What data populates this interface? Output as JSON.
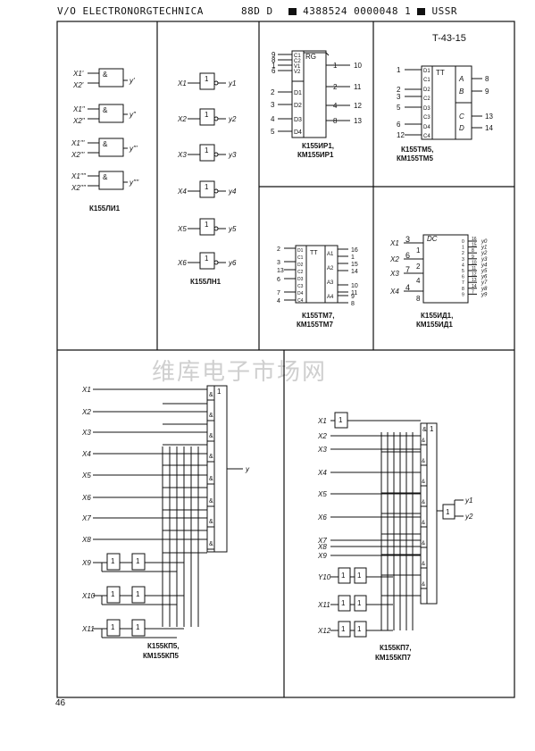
{
  "header": {
    "company": "V/O ELECTRONORGTECHNICA",
    "code1": "88D",
    "code2": "D",
    "code3": "4388524 0000048 1",
    "country": "USSR"
  },
  "doc_ref": "T-43-15",
  "page_number": "46",
  "watermark": "维库电子市场网",
  "parts": {
    "li1": "К155ЛИ1",
    "ln1": "К155ЛН1",
    "ir1_a": "К155ИР1,",
    "ir1_b": "КМ155ИР1",
    "tm5_a": "К155ТМ5,",
    "tm5_b": "КМ155ТМ5",
    "tm7_a": "К155ТМ7,",
    "tm7_b": "КМ155ТМ7",
    "id1_a": "К155ИД1,",
    "id1_b": "КМ155ИД1",
    "kp5_a": "К155КП5,",
    "kp5_b": "КМ155КП5",
    "kp7_a": "К155КП7,",
    "kp7_b": "КМ155КП7"
  },
  "symbols": {
    "and": "&",
    "one": "1",
    "rg": "RG",
    "tt": "TT",
    "dc": "DC"
  },
  "li1_labels": {
    "x1a": "X1'",
    "x2a": "X2'",
    "ya": "y'",
    "x1b": "X1\"",
    "x2b": "X2\"",
    "yb": "y\"",
    "x1c": "X1'''",
    "x2c": "X2'''",
    "yc": "y'''",
    "x1d": "X1''''",
    "x2d": "X2''''",
    "yd": "y''''"
  },
  "ln1_labels": {
    "x": [
      "X1",
      "X2",
      "X3",
      "X4",
      "X5",
      "X6"
    ],
    "y": [
      "y1",
      "y2",
      "y3",
      "y4",
      "y5",
      "y6"
    ]
  },
  "ir1": {
    "pins_top": [
      "9",
      "8",
      "1",
      "6"
    ],
    "pin_names_top": [
      "C1",
      "C2",
      "V1",
      "V2"
    ],
    "pins_d": [
      "2",
      "3",
      "4",
      "5"
    ],
    "pin_names_d": [
      "D1",
      "D2",
      "D3",
      "D4"
    ],
    "out_names": [
      "1",
      "2",
      "4",
      "8"
    ],
    "out_pins": [
      "10",
      "11",
      "12",
      "13"
    ]
  },
  "tm5": {
    "in_pins": [
      "1",
      "2",
      "3",
      "5",
      "6",
      "12"
    ],
    "in_names": [
      "D1",
      "C1",
      "D2",
      "C2",
      "D3",
      "C3",
      "D4",
      "C4"
    ],
    "out_names": [
      "A",
      "B",
      "C",
      "D"
    ],
    "out_pins": [
      "8",
      "9",
      "13",
      "14"
    ]
  },
  "tm7": {
    "in_pins": [
      "2",
      "3",
      "13",
      "6",
      "7",
      "4"
    ],
    "in_names": [
      "D1",
      "C1",
      "D2",
      "C2",
      "D3",
      "C3",
      "D4",
      "C4"
    ],
    "out_names": [
      "A1",
      "A2",
      "A3",
      "A4"
    ],
    "out_pins": [
      "16",
      "1",
      "15",
      "14",
      "10",
      "11",
      "9",
      "8"
    ]
  },
  "id1": {
    "in_labels": [
      "X1",
      "X2",
      "X3",
      "X4"
    ],
    "in_pins": [
      "3",
      "6",
      "7",
      "4"
    ],
    "in_weights": [
      "1",
      "2",
      "4",
      "8"
    ],
    "out_idx": [
      "0",
      "1",
      "2",
      "3",
      "4",
      "5",
      "6",
      "7",
      "8",
      "9"
    ],
    "out_pins": [
      "16",
      "15",
      "8",
      "9",
      "10",
      "11",
      "12",
      "13",
      "14",
      "7"
    ],
    "out_labels": [
      "y0",
      "y1",
      "y2",
      "y3",
      "y4",
      "y5",
      "y6",
      "y7",
      "y8",
      "y9"
    ]
  },
  "kp5": {
    "inputs": [
      "X1",
      "X2",
      "X3",
      "X4",
      "X5",
      "X6",
      "X7",
      "X8",
      "X9",
      "X10",
      "X11"
    ],
    "output": "y"
  },
  "kp7": {
    "inputs": [
      "X1",
      "X2",
      "X3",
      "X4",
      "X5",
      "X6",
      "X7",
      "X8",
      "X9",
      "Y10",
      "X11",
      "X12"
    ],
    "outputs": [
      "y1",
      "y2"
    ]
  }
}
